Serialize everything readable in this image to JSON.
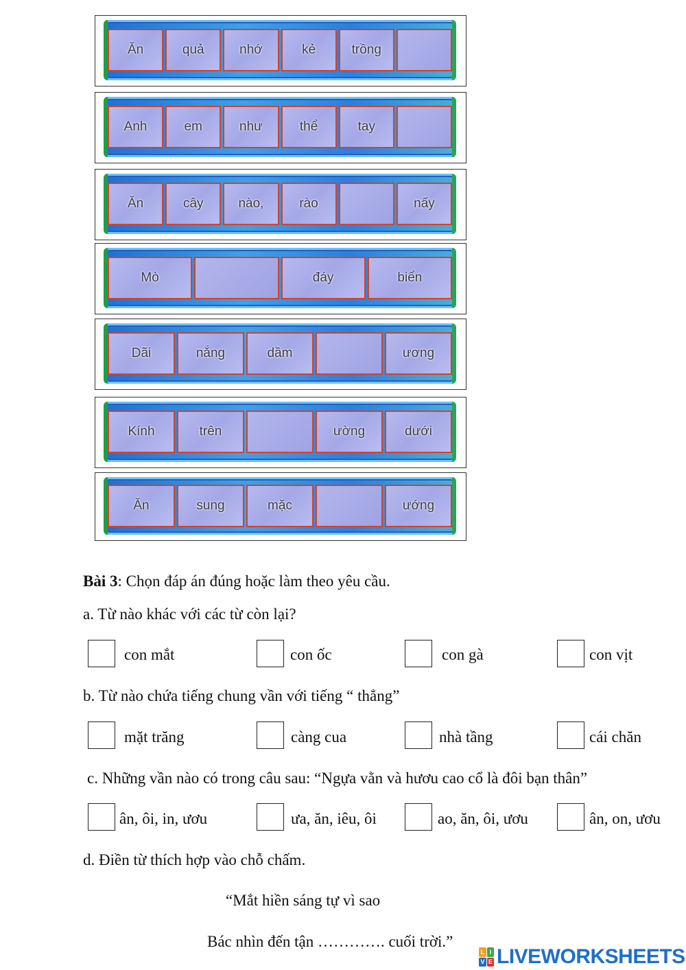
{
  "strips": [
    {
      "cells": [
        "Ăn",
        "quả",
        "nhớ",
        "kẻ",
        "trồng",
        ""
      ]
    },
    {
      "cells": [
        "Anh",
        "em",
        "như",
        "thể",
        "tay",
        ""
      ]
    },
    {
      "cells": [
        "Ăn",
        "cây",
        "nào,",
        "rào",
        "",
        "nấy"
      ]
    },
    {
      "cells": [
        "Mò",
        "",
        "đáy",
        "biển"
      ]
    },
    {
      "cells": [
        "Dãi",
        "nắng",
        "dầm",
        "",
        "ương"
      ]
    },
    {
      "cells": [
        "Kính",
        "trên",
        "",
        "ường",
        "dưới"
      ]
    },
    {
      "cells": [
        "Ăn",
        "sung",
        "mặc",
        "",
        "ướng"
      ]
    }
  ],
  "exercise": {
    "title_bold": "Bài 3",
    "title_rest": ": Chọn đáp án đúng hoặc làm theo yêu cầu.",
    "qa": {
      "question": "a. Từ nào khác với các từ còn lại?",
      "options": [
        "con mắt",
        "con ốc",
        "con gà",
        "con vịt"
      ]
    },
    "qb": {
      "question": "b. Từ nào chứa tiếng chung vần với tiếng “ thẳng”",
      "options": [
        "mặt trăng",
        "càng cua",
        "nhà tầng",
        "cái chăn"
      ]
    },
    "qc": {
      "question": "c. Những vần nào có trong câu sau: “Ngựa vằn và hươu cao cổ là đôi bạn thân”",
      "options": [
        "ân, ôi, in, ươu",
        "ưa, ăn, iêu, ôi",
        "ao, ăn, ôi, ươu",
        "ân, on, ươu"
      ]
    },
    "qd": {
      "question": "d. Điền từ thích hợp vào chỗ chấm.",
      "poem_line1": "“Mắt hiền sáng tự vì sao",
      "poem_line2": "Bác nhìn đến tận …………. cuối trời.”"
    }
  },
  "watermark": {
    "badge": [
      "L",
      "I",
      "V",
      "E"
    ],
    "text": "LIVEWORKSHEETS",
    "color": "#1e6fc8"
  }
}
